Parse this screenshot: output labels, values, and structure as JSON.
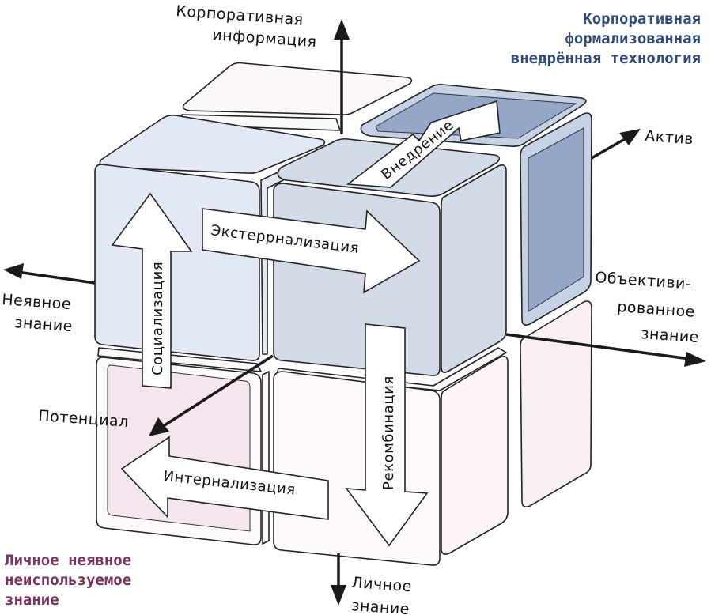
{
  "diagram": {
    "title_corner_top_right": {
      "lines": [
        "Корпоративная",
        "формализованная",
        "внедрённая технология"
      ],
      "color": "#2e4a78"
    },
    "title_corner_bottom_left": {
      "lines": [
        "Личное неявное",
        "неиспользуемое",
        "знание"
      ],
      "color": "#7a3060"
    },
    "axes": {
      "up": [
        "Корпоративная",
        "информация"
      ],
      "down": [
        "Личное",
        "знание"
      ],
      "left": [
        "Неявное",
        "знание"
      ],
      "right": [
        "Объективи-",
        "рованное",
        "знание"
      ],
      "back_right": [
        "Актив"
      ],
      "front_left": [
        "Потенциал"
      ]
    },
    "processes": {
      "socialization": "Социализация",
      "externalization": "Экстеррнализация",
      "implementation": "Внедрение",
      "recombination": "Рекомбинация",
      "internalization": "Интернализация"
    },
    "colors": {
      "light_blue": "#e3e9f4",
      "mid_blue": "#d3dbe9",
      "dark_blue": "#94a7c9",
      "blue_rim": "#c5d1e4",
      "pink": "#fbf5f8",
      "pink_inner": "#f4e6ee",
      "axis": "#1a1a1a"
    }
  }
}
